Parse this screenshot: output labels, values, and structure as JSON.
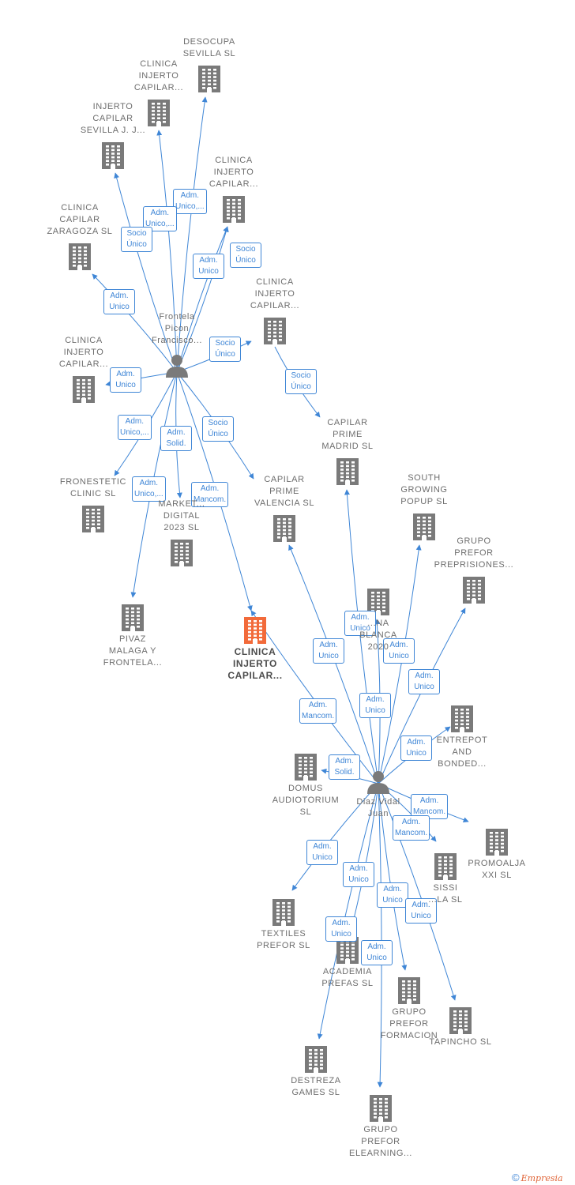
{
  "colors": {
    "edge": "#3f86d6",
    "building": "#7a7a7a",
    "focus": "#f26a3a",
    "person": "#7a7a7a"
  },
  "brand": {
    "copyright": "©",
    "name": "Empresia"
  },
  "nodes": [
    {
      "id": "desocupa",
      "type": "company",
      "label": "DESOCUPA\nSEVILLA  SL"
    },
    {
      "id": "cic1",
      "type": "company",
      "label": "CLINICA\nINJERTO\nCAPILAR..."
    },
    {
      "id": "injerto_sev",
      "type": "company",
      "label": "INJERTO\nCAPILAR\nSEVILLA J. J..."
    },
    {
      "id": "cic2",
      "type": "company",
      "label": "CLINICA\nINJERTO\nCAPILAR..."
    },
    {
      "id": "zaragoza",
      "type": "company",
      "label": "CLINICA\nCAPILAR\nZARAGOZA  SL"
    },
    {
      "id": "cic3",
      "type": "company",
      "label": "CLINICA\nINJERTO\nCAPILAR..."
    },
    {
      "id": "frontela",
      "type": "person",
      "label": "Frontela\nPicon\nFrancisco..."
    },
    {
      "id": "cic4",
      "type": "company",
      "label": "CLINICA\nINJERTO\nCAPILAR..."
    },
    {
      "id": "madrid",
      "type": "company",
      "label": "CAPILAR\nPRIME\nMADRID  SL"
    },
    {
      "id": "fronestetic",
      "type": "company",
      "label": "FRONESTETIC\nCLINIC  SL"
    },
    {
      "id": "marketing",
      "type": "company",
      "label": "MARKET...\nDIGITAL\n2023  SL"
    },
    {
      "id": "valencia",
      "type": "company",
      "label": "CAPILAR\nPRIME\nVALENCIA  SL"
    },
    {
      "id": "south",
      "type": "company",
      "label": "SOUTH\nGROWING\nPOPUP  SL"
    },
    {
      "id": "preprisiones",
      "type": "company",
      "label": "GRUPO\nPREFOR\nPREPRISIONES..."
    },
    {
      "id": "pivaz",
      "type": "company",
      "label": "PIVAZ\nMALAGA Y\nFRONTELA..."
    },
    {
      "id": "focus",
      "type": "focus",
      "label": "CLINICA\nINJERTO\nCAPILAR..."
    },
    {
      "id": "blanca",
      "type": "company",
      "label": "...NA\nBLANCA\n2020"
    },
    {
      "id": "entrepot",
      "type": "company",
      "label": "ENTREPOT\nAND\nBONDED..."
    },
    {
      "id": "domus",
      "type": "company",
      "label": "DOMUS\nAUDIOTORIUM\nSL"
    },
    {
      "id": "diaz",
      "type": "person",
      "label": "Diaz Vidal\nJuan"
    },
    {
      "id": "promoalja",
      "type": "company",
      "label": "PROMOALJA\nXXI  SL"
    },
    {
      "id": "sissi",
      "type": "company",
      "label": "SISSI\n...LA  SL"
    },
    {
      "id": "textiles",
      "type": "company",
      "label": "TEXTILES\nPREFOR  SL"
    },
    {
      "id": "academia",
      "type": "company",
      "label": "ACADEMIA\nPREFAS  SL"
    },
    {
      "id": "formacion",
      "type": "company",
      "label": "GRUPO\nPREFOR\nFORMACION"
    },
    {
      "id": "tapincho",
      "type": "company",
      "label": "TAPINCHO  SL"
    },
    {
      "id": "destreza",
      "type": "company",
      "label": "DESTREZA\nGAMES  SL"
    },
    {
      "id": "elearning",
      "type": "company",
      "label": "GRUPO\nPREFOR\nELEARNING..."
    }
  ],
  "edges": [
    {
      "from": "frontela",
      "to": "desocupa",
      "label": "Adm.\nUnico,..."
    },
    {
      "from": "frontela",
      "to": "cic1",
      "label": "Adm.\nUnico,..."
    },
    {
      "from": "frontela",
      "to": "injerto_sev",
      "label": "Socio\nÚnico"
    },
    {
      "from": "frontela",
      "to": "cic2",
      "label": "Adm.\nUnico"
    },
    {
      "from": "frontela",
      "to": "cic2",
      "label": "Socio\nÚnico"
    },
    {
      "from": "frontela",
      "to": "zaragoza",
      "label": "Adm.\nUnico"
    },
    {
      "from": "frontela",
      "to": "cic3",
      "label": "Adm.\nUnico"
    },
    {
      "from": "frontela",
      "to": "cic4",
      "label": "Socio\nÚnico"
    },
    {
      "from": "cic4",
      "to": "madrid",
      "label": "Socio\nÚnico"
    },
    {
      "from": "frontela",
      "to": "fronestetic",
      "label": "Adm.\nUnico,..."
    },
    {
      "from": "frontela",
      "to": "marketing",
      "label": "Adm.\nSolid."
    },
    {
      "from": "frontela",
      "to": "valencia",
      "label": "Socio\nÚnico"
    },
    {
      "from": "frontela",
      "to": "pivaz",
      "label": "Adm.\nUnico,..."
    },
    {
      "from": "frontela",
      "to": "focus",
      "label": "Adm.\nMancom."
    },
    {
      "from": "diaz",
      "to": "focus",
      "label": "Adm.\nMancom."
    },
    {
      "from": "diaz",
      "to": "valencia",
      "label": "Adm.\nUnico"
    },
    {
      "from": "diaz",
      "to": "madrid",
      "label": "Adm.\nUnico"
    },
    {
      "from": "diaz",
      "to": "south",
      "label": "Adm.\nUnico"
    },
    {
      "from": "diaz",
      "to": "preprisiones",
      "label": "Adm.\nUnico"
    },
    {
      "from": "diaz",
      "to": "blanca",
      "label": "Adm.\nUnico"
    },
    {
      "from": "diaz",
      "to": "entrepot",
      "label": "Adm.\nUnico"
    },
    {
      "from": "diaz",
      "to": "domus",
      "label": "Adm.\nSolid."
    },
    {
      "from": "diaz",
      "to": "promoalja",
      "label": "Adm.\nMancom."
    },
    {
      "from": "diaz",
      "to": "sissi",
      "label": "Adm.\nMancom."
    },
    {
      "from": "diaz",
      "to": "textiles",
      "label": "Adm.\nUnico"
    },
    {
      "from": "diaz",
      "to": "academia",
      "label": "Adm.\nUnico"
    },
    {
      "from": "diaz",
      "to": "formacion",
      "label": "Adm.\nUnico"
    },
    {
      "from": "diaz",
      "to": "tapincho",
      "label": "Adm.\nUnico"
    },
    {
      "from": "diaz",
      "to": "destreza",
      "label": "Adm.\nUnico"
    },
    {
      "from": "diaz",
      "to": "elearning",
      "label": "Adm.\nUnico"
    }
  ]
}
